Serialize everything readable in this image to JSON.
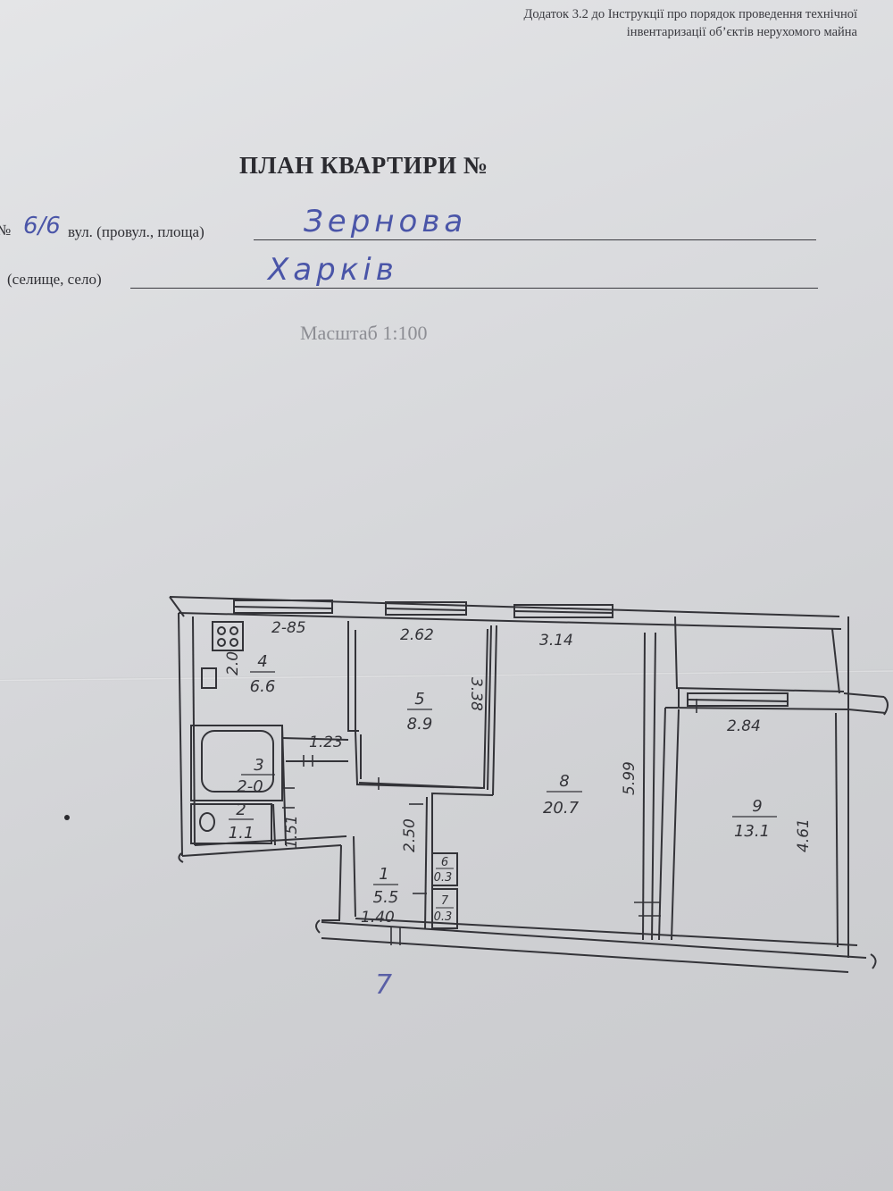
{
  "header": {
    "appendix_line1": "Додаток 3.2 до Інструкції про порядок проведення технічної",
    "appendix_line2": "інвентаризації об’єктів нерухомого майна"
  },
  "title": "ПЛАН  КВАРТИРИ №",
  "address": {
    "number_prefix": "№",
    "house_number": "6/6",
    "street_label": "вул. (провул., площа)",
    "street_value": "Зернова",
    "settlement_label": "(селище, село)",
    "settlement_value": "Харків"
  },
  "scale": "Масштаб 1:100",
  "floor_plan": {
    "wall_dimensions": [
      "2-85",
      "2.62",
      "3.14",
      "2.84",
      "3.38",
      "5.99",
      "4.61",
      "2.0",
      "1.23",
      "1.51",
      "2.50",
      "1.40"
    ],
    "rooms": [
      {
        "number": "1",
        "area": "5.5"
      },
      {
        "number": "2",
        "area": "1.1"
      },
      {
        "number": "3",
        "area": "2-0"
      },
      {
        "number": "4",
        "area": "6.6"
      },
      {
        "number": "5",
        "area": "8.9"
      },
      {
        "number": "6",
        "area": "0.3"
      },
      {
        "number": "7",
        "area": "0.3"
      },
      {
        "number": "8",
        "area": "20.7"
      },
      {
        "number": "9",
        "area": "13.1"
      }
    ],
    "handwritten_mark": "7"
  }
}
